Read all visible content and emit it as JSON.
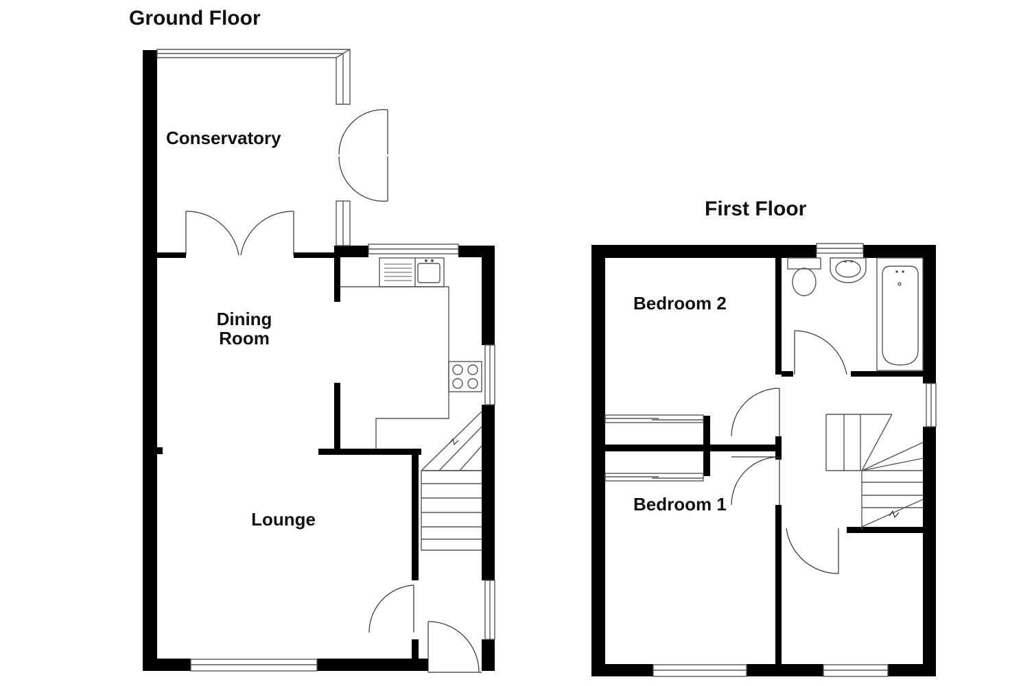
{
  "floors": {
    "ground": {
      "title": "Ground Floor"
    },
    "first": {
      "title": "First Floor"
    }
  },
  "rooms": {
    "conservatory": "Conservatory",
    "dining_line1": "Dining",
    "dining_line2": "Room",
    "lounge": "Lounge",
    "bedroom2": "Bedroom 2",
    "bedroom1": "Bedroom 1"
  }
}
